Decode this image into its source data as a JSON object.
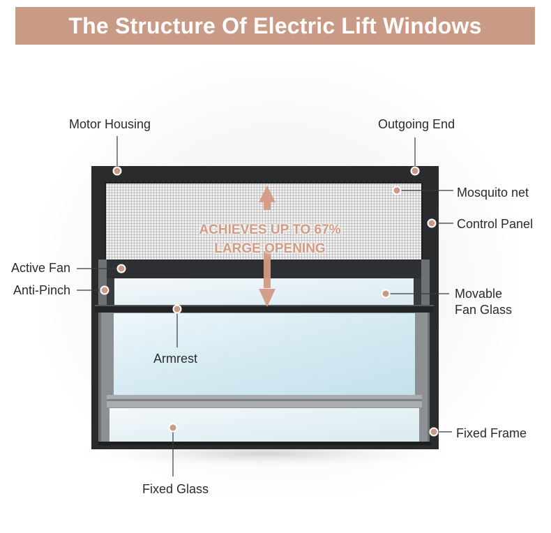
{
  "title": "The Structure Of Electric Lift Windows",
  "opening_text": {
    "line1": "ACHIEVES UP TO 67%",
    "line2": "LARGE OPENING"
  },
  "labels": {
    "motor_housing": "Motor Housing",
    "outgoing_end": "Outgoing End",
    "mosquito_net": "Mosquito net",
    "control_panel": "Control Panel",
    "active_fan": "Active Fan",
    "anti_pinch": "Anti-Pinch",
    "movable_fan_glass_line1": "Movable",
    "movable_fan_glass_line2": "Fan Glass",
    "armrest": "Armrest",
    "fixed_frame": "Fixed Frame",
    "fixed_glass": "Fixed Glass"
  },
  "colors": {
    "banner": "#c99a85",
    "frame": "#2a2b2d",
    "glass": "#d4e9f1",
    "accent_dot": "#c99a85",
    "arrow": "#d39a84"
  }
}
